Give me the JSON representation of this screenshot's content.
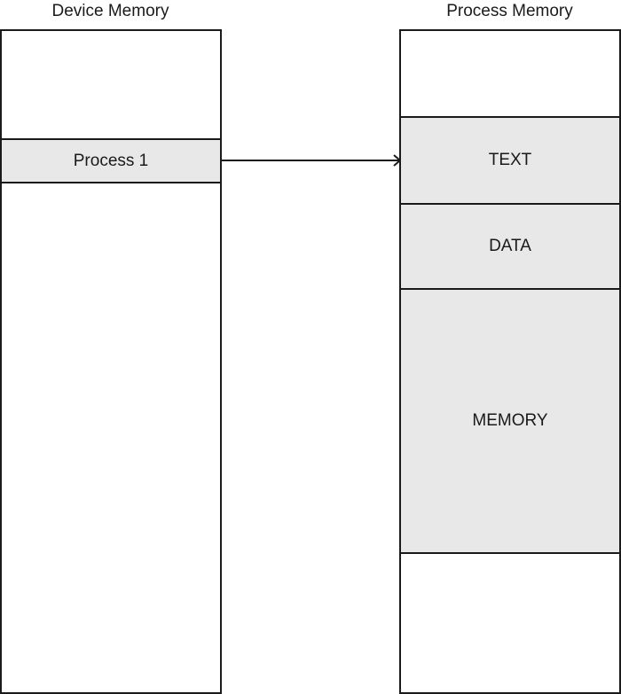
{
  "device_memory": {
    "title": "Device Memory",
    "segments": [
      {
        "label": "Process 1"
      }
    ]
  },
  "process_memory": {
    "title": "Process Memory",
    "segments": [
      {
        "label": "TEXT"
      },
      {
        "label": "DATA"
      },
      {
        "label": "MEMORY"
      }
    ]
  },
  "colors": {
    "stroke": "#1a1a1a",
    "segment_fill": "#e8e8e8",
    "background": "#ffffff"
  }
}
